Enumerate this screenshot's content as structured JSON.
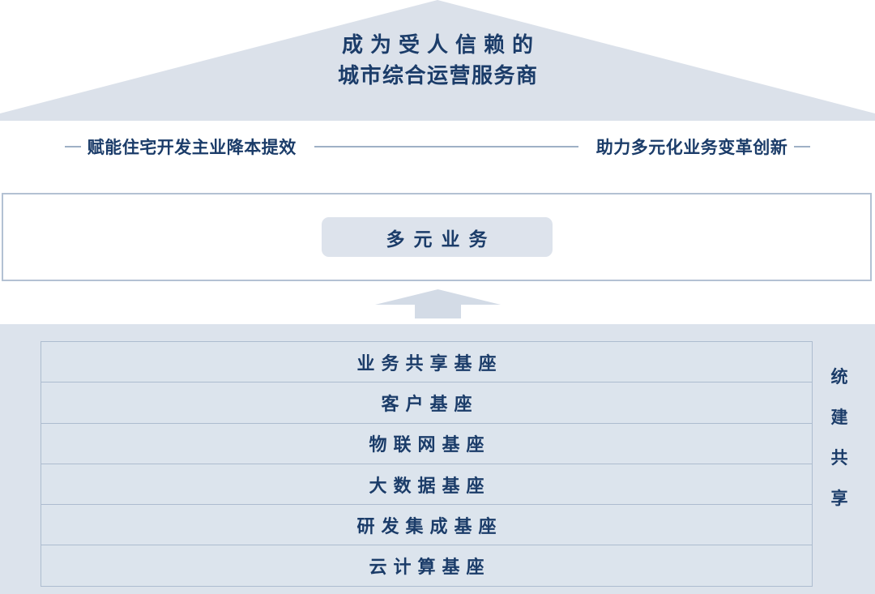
{
  "roof": {
    "title_line_1": "成为受人信赖的",
    "title_line_2": "城市综合运营服务商",
    "fill_color": "#dbe1ea"
  },
  "caption_band": {
    "left_text": "赋能住宅开发主业降本提效",
    "right_text": "助力多元化业务变革创新",
    "rule_color": "#9fb0c6"
  },
  "middle": {
    "pill_label": "多元业务",
    "pill_bg": "#dde3ec",
    "box_border": "#b3c1d3",
    "box_bg": "#ffffff"
  },
  "arrow": {
    "direction": "up",
    "fill_color": "#d3dbe6"
  },
  "base": {
    "panel_bg": "#dce3ec",
    "row_border": "#adbccf",
    "rows": [
      {
        "label": "业务共享基座"
      },
      {
        "label": "客户基座"
      },
      {
        "label": "物联网基座"
      },
      {
        "label": "大数据基座"
      },
      {
        "label": "研发集成基座"
      },
      {
        "label": "云计算基座"
      }
    ],
    "side_label_chars": [
      "统",
      "建",
      "共",
      "享"
    ],
    "side_label_full": "统建共享"
  },
  "theme": {
    "text_color": "#1b3c69",
    "page_bg": "#ffffff"
  }
}
